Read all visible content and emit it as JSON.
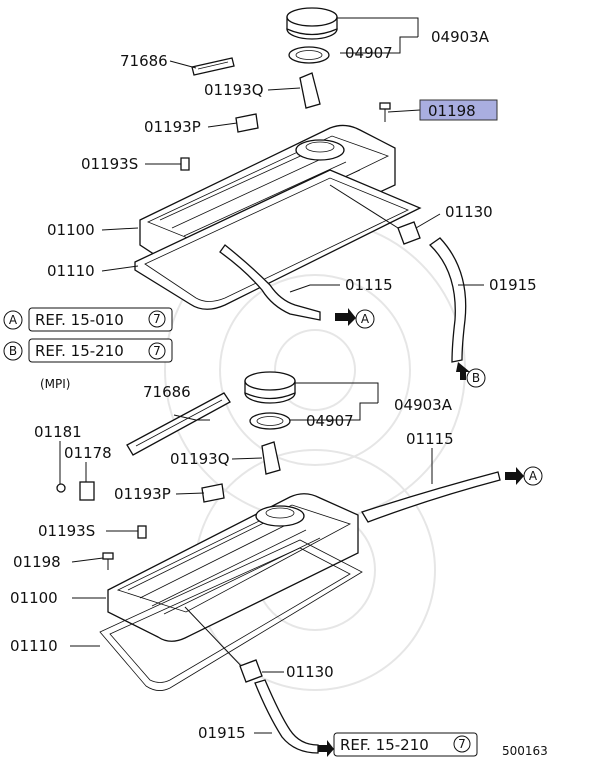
{
  "labels": {
    "a_04903A": "04903A",
    "a_04907": "04907",
    "a_71686": "71686",
    "a_01193Q": "01193Q",
    "a_01198": "01198",
    "a_01193P": "01193P",
    "a_01193S": "01193S",
    "a_01130": "01130",
    "a_01100": "01100",
    "a_01110": "01110",
    "a_01115": "01115",
    "a_01915": "01915",
    "b_71686": "71686",
    "b_04903A": "04903A",
    "b_04907": "04907",
    "b_01181": "01181",
    "b_01178": "01178",
    "b_01193Q": "01193Q",
    "b_01115": "01115",
    "b_01193P": "01193P",
    "b_01193S": "01193S",
    "b_01198": "01198",
    "b_01100": "01100",
    "b_01110": "01110",
    "b_01130": "01130",
    "b_01915": "01915"
  },
  "refs": {
    "ref_a_circle": "A",
    "ref_a_text": "REF. 15-010",
    "ref_a_num": "7",
    "ref_b_circle": "B",
    "ref_b_text": "REF. 15-210",
    "ref_b_num": "7",
    "ref_bottom_text": "REF. 15-210",
    "ref_bottom_num": "7"
  },
  "markers": {
    "arrow_a_top": "A",
    "arrow_b_top": "B",
    "arrow_a_bottom": "A"
  },
  "section_label": "(MPI)",
  "figure_number": "500163",
  "colors": {
    "highlight": "#a9aee0"
  }
}
